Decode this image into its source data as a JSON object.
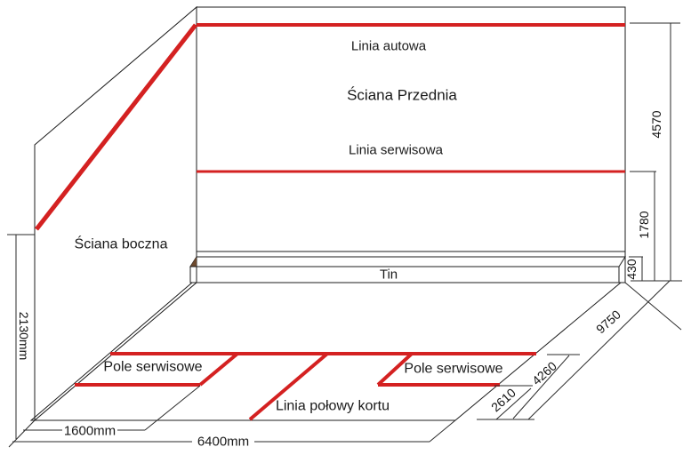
{
  "diagram": {
    "walls": {
      "front_wall_label": "Ściana Przednia",
      "side_wall_label": "Ściana boczna",
      "out_line_label": "Linia autowa",
      "service_line_label": "Linia serwisowa",
      "tin_label": "Tin"
    },
    "floor": {
      "service_box_left_label": "Pole serwisowe",
      "service_box_right_label": "Pole serwisowe",
      "half_court_line_label": "Linia połowy kortu"
    },
    "dimensions": {
      "front_wall_out_line_height": "4570",
      "service_line_height": "1780",
      "tin_height": "430",
      "back_out_line_height": "2130mm",
      "service_box_depth": "1600mm",
      "court_width": "6400mm",
      "court_length": "9750",
      "short_line_distance": "4260",
      "service_box_back_distance": "2610"
    },
    "colors": {
      "wall_fill": "#d5d5d5",
      "tin_face_fill": "#efefef",
      "marking_red": "#d42121",
      "tin_band_red": "#e60c0c",
      "edge_black": "#1c1c1c"
    }
  }
}
